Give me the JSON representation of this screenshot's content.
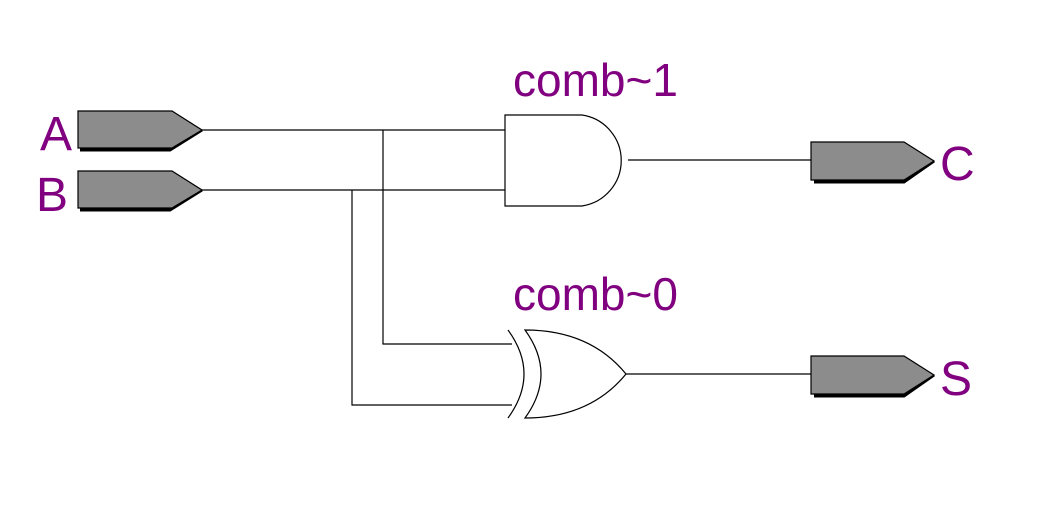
{
  "inputs": [
    {
      "name": "A"
    },
    {
      "name": "B"
    }
  ],
  "outputs": [
    {
      "name": "C"
    },
    {
      "name": "S"
    }
  ],
  "gates": [
    {
      "type": "AND",
      "label": "comb~1"
    },
    {
      "type": "XOR",
      "label": "comb~0"
    }
  ],
  "colors": {
    "label": "#800080",
    "port_fill": "#8c8c8c",
    "wire": "#000000",
    "background": "#ffffff"
  }
}
